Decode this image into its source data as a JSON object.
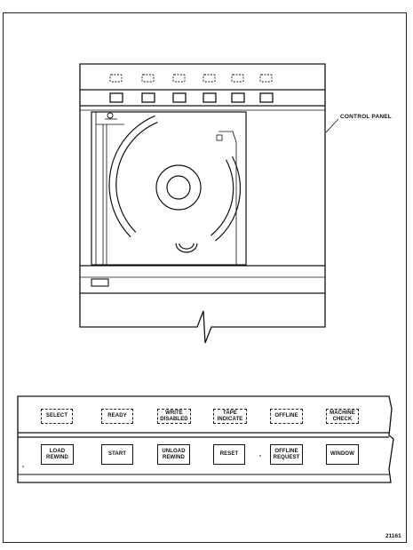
{
  "callout": {
    "label": "CONTROL PANEL"
  },
  "figure_number": "21161",
  "panel": {
    "indicators": [
      {
        "label": "SELECT"
      },
      {
        "label": "READY"
      },
      {
        "label": "WRITE\nDISABLED"
      },
      {
        "label": "TAPE\nINDICATE"
      },
      {
        "label": "OFFLINE"
      },
      {
        "label": "MACHINE\nCHECK"
      }
    ],
    "buttons": [
      {
        "label": "LOAD\nREWIND"
      },
      {
        "label": "START"
      },
      {
        "label": "UNLOAD\nREWIND"
      },
      {
        "label": "RESET"
      },
      {
        "label": "OFFLINE\nREQUEST"
      },
      {
        "label": "WINDOW"
      }
    ]
  }
}
